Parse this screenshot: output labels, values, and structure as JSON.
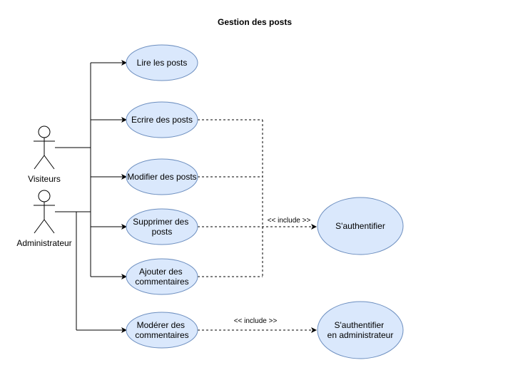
{
  "title": "Gestion des posts",
  "actors": {
    "visiteurs": "Visiteurs",
    "administrateur": "Administrateur"
  },
  "use_cases": {
    "lire": "Lire les posts",
    "ecrire": "Ecrire des posts",
    "modifier": "Modifier des posts",
    "supprimer": [
      "Supprimer des",
      "posts"
    ],
    "ajouter": [
      "Ajouter des",
      "commentaires"
    ],
    "moderer": [
      "Modérer des",
      "commentaires"
    ],
    "auth": "S'authentifier",
    "auth_admin": [
      "S'authentifier",
      "en administrateur"
    ]
  },
  "relations": {
    "include_1": "<< include >>",
    "include_2": "<< include >>"
  },
  "colors": {
    "usecase_fill": "#dae8fc",
    "usecase_stroke": "#6c8ebf",
    "line": "#000000"
  }
}
